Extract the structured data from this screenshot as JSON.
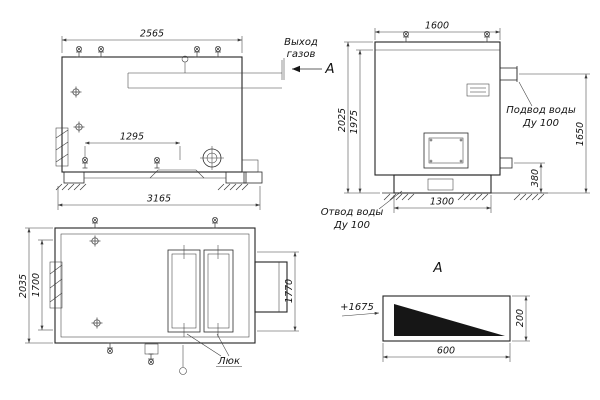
{
  "drawing": {
    "side_view": {
      "dim_width_top": "2565",
      "dim_span_inner": "1295",
      "dim_width_base": "3165",
      "gas_outlet_line1": "Выход",
      "gas_outlet_line2": "газов",
      "section_mark": "А"
    },
    "end_view": {
      "dim_width_top": "1600",
      "dim_height_outer": "2025",
      "dim_height_inner": "1975",
      "dim_inlet_height": "1650",
      "dim_base_height": "380",
      "dim_base_width": "1300",
      "water_inlet_line1": "Подвод воды",
      "water_inlet_line2": "Ду 100",
      "water_outlet_line1": "Отвод воды",
      "water_outlet_line2": "Ду 100"
    },
    "plan_view": {
      "dim_depth_outer": "2035",
      "dim_depth_inner": "1700",
      "dim_depth_right": "1770",
      "hatch_label": "Люк"
    },
    "section_view": {
      "title": "А",
      "level_mark": "+1675",
      "dim_width": "600",
      "dim_height": "200"
    }
  }
}
